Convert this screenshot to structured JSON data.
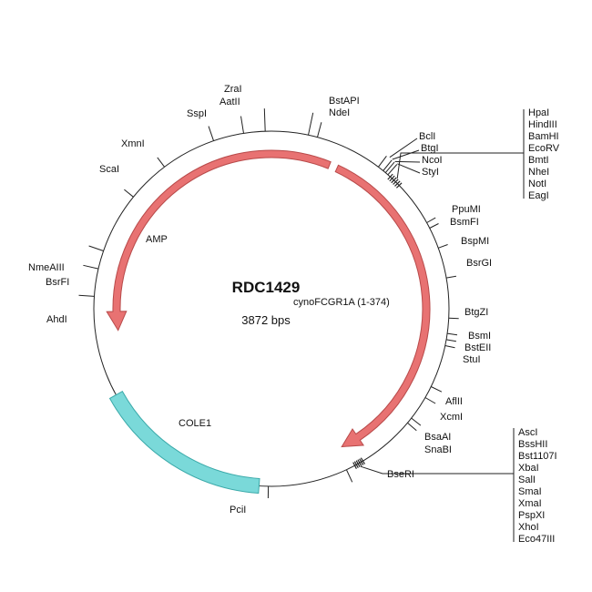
{
  "plasmid": {
    "name": "RDC1429",
    "size_label": "3872 bps",
    "colors": {
      "backbone": "#222222",
      "gene": "#e87272",
      "gene_stroke": "#b84a4a",
      "ori": "#7ad9d9",
      "ori_stroke": "#3aa9a9"
    }
  },
  "features": [
    {
      "name": "AMP",
      "type": "arrow",
      "color": "#e87272"
    },
    {
      "name": "cynoFCGR1A (1-374)",
      "type": "arrow",
      "color": "#e87272"
    },
    {
      "name": "COLE1",
      "type": "box",
      "color": "#7ad9d9"
    }
  ],
  "sites": [
    {
      "name": "ZraI"
    },
    {
      "name": "AatII"
    },
    {
      "name": "SspI"
    },
    {
      "name": "XmnI"
    },
    {
      "name": "ScaI"
    },
    {
      "name": "NmeAIII"
    },
    {
      "name": "BsrFI"
    },
    {
      "name": "AhdI"
    },
    {
      "name": "PciI"
    },
    {
      "name": "BstAPI"
    },
    {
      "name": "NdeI"
    },
    {
      "name": "BclI"
    },
    {
      "name": "BtgI"
    },
    {
      "name": "NcoI"
    },
    {
      "name": "StyI"
    },
    {
      "name": "PpuMI"
    },
    {
      "name": "BsmFI"
    },
    {
      "name": "BspMI"
    },
    {
      "name": "BsrGI"
    },
    {
      "name": "BtgZI"
    },
    {
      "name": "BsmI"
    },
    {
      "name": "BstEII"
    },
    {
      "name": "StuI"
    },
    {
      "name": "AflII"
    },
    {
      "name": "XcmI"
    },
    {
      "name": "BsaAI"
    },
    {
      "name": "SnaBI"
    },
    {
      "name": "BseRI"
    }
  ],
  "mcs1": [
    "HpaI",
    "HindIII",
    "BamHI",
    "EcoRV",
    "BmtI",
    "NheI",
    "NotI",
    "EagI"
  ],
  "mcs2": [
    "AscI",
    "BssHII",
    "Bst1107I",
    "XbaI",
    "SalI",
    "SmaI",
    "XmaI",
    "PspXI",
    "XhoI",
    "Eco47III"
  ]
}
